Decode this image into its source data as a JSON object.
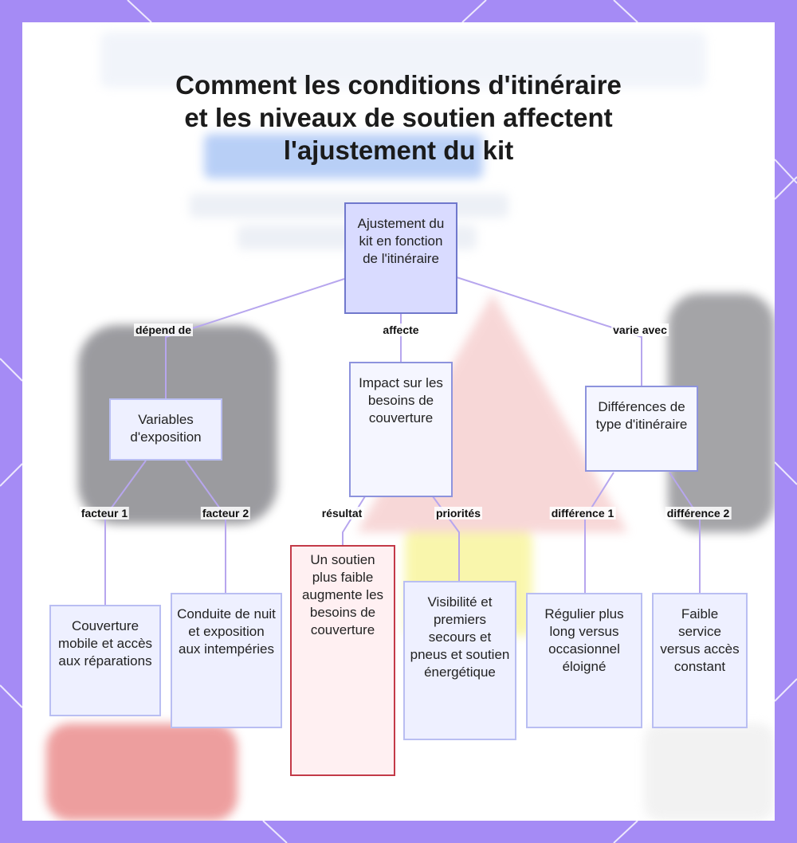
{
  "title": {
    "line1": "Comment les conditions d'itinéraire",
    "line2": "et les niveaux de soutien affectent",
    "line3": "l'ajustement du kit"
  },
  "colors": {
    "frame": "#a58bf5",
    "node_fill": "#eef0ff",
    "root_fill": "#d9dbff",
    "edge": "#b7a6ee",
    "highlight_border": "#c33a48"
  },
  "nodes": {
    "root": "Ajustement du kit en fonction de l'itinéraire",
    "exposure": "Variables d'exposition",
    "impact": "Impact sur les besoins de couverture",
    "route_diff": "Différences de type d'itinéraire",
    "coverage_repair": "Couverture mobile et accès aux réparations",
    "night_driving": "Conduite de nuit et exposition aux intempéries",
    "lower_support": "Un soutien plus faible augmente les besoins de couverture",
    "visibility": "Visibilité et premiers secours et pneus et soutien énergétique",
    "regular_long": "Régulier plus long versus occasionnel éloigné",
    "weak_service": "Faible service versus accès constant"
  },
  "edges": {
    "depends_on": "dépend de",
    "affects": "affecte",
    "varies_with": "varie avec",
    "factor1": "facteur 1",
    "factor2": "facteur 2",
    "result": "résultat",
    "priorities": "priorités",
    "difference1": "différence 1",
    "difference2": "différence 2"
  }
}
